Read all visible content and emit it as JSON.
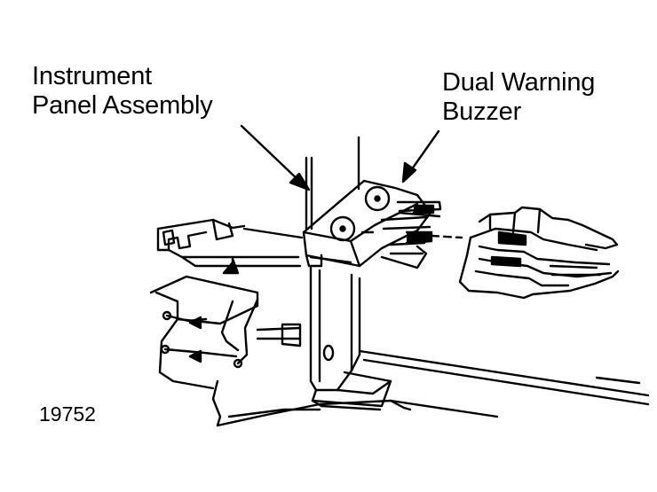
{
  "labels": {
    "instrument_panel": [
      "Instrument",
      "Panel Assembly"
    ],
    "buzzer": [
      "Dual Warning",
      "Buzzer"
    ]
  },
  "figure_number": "19752",
  "colors": {
    "ink": "#000000",
    "paper": "#ffffff"
  }
}
